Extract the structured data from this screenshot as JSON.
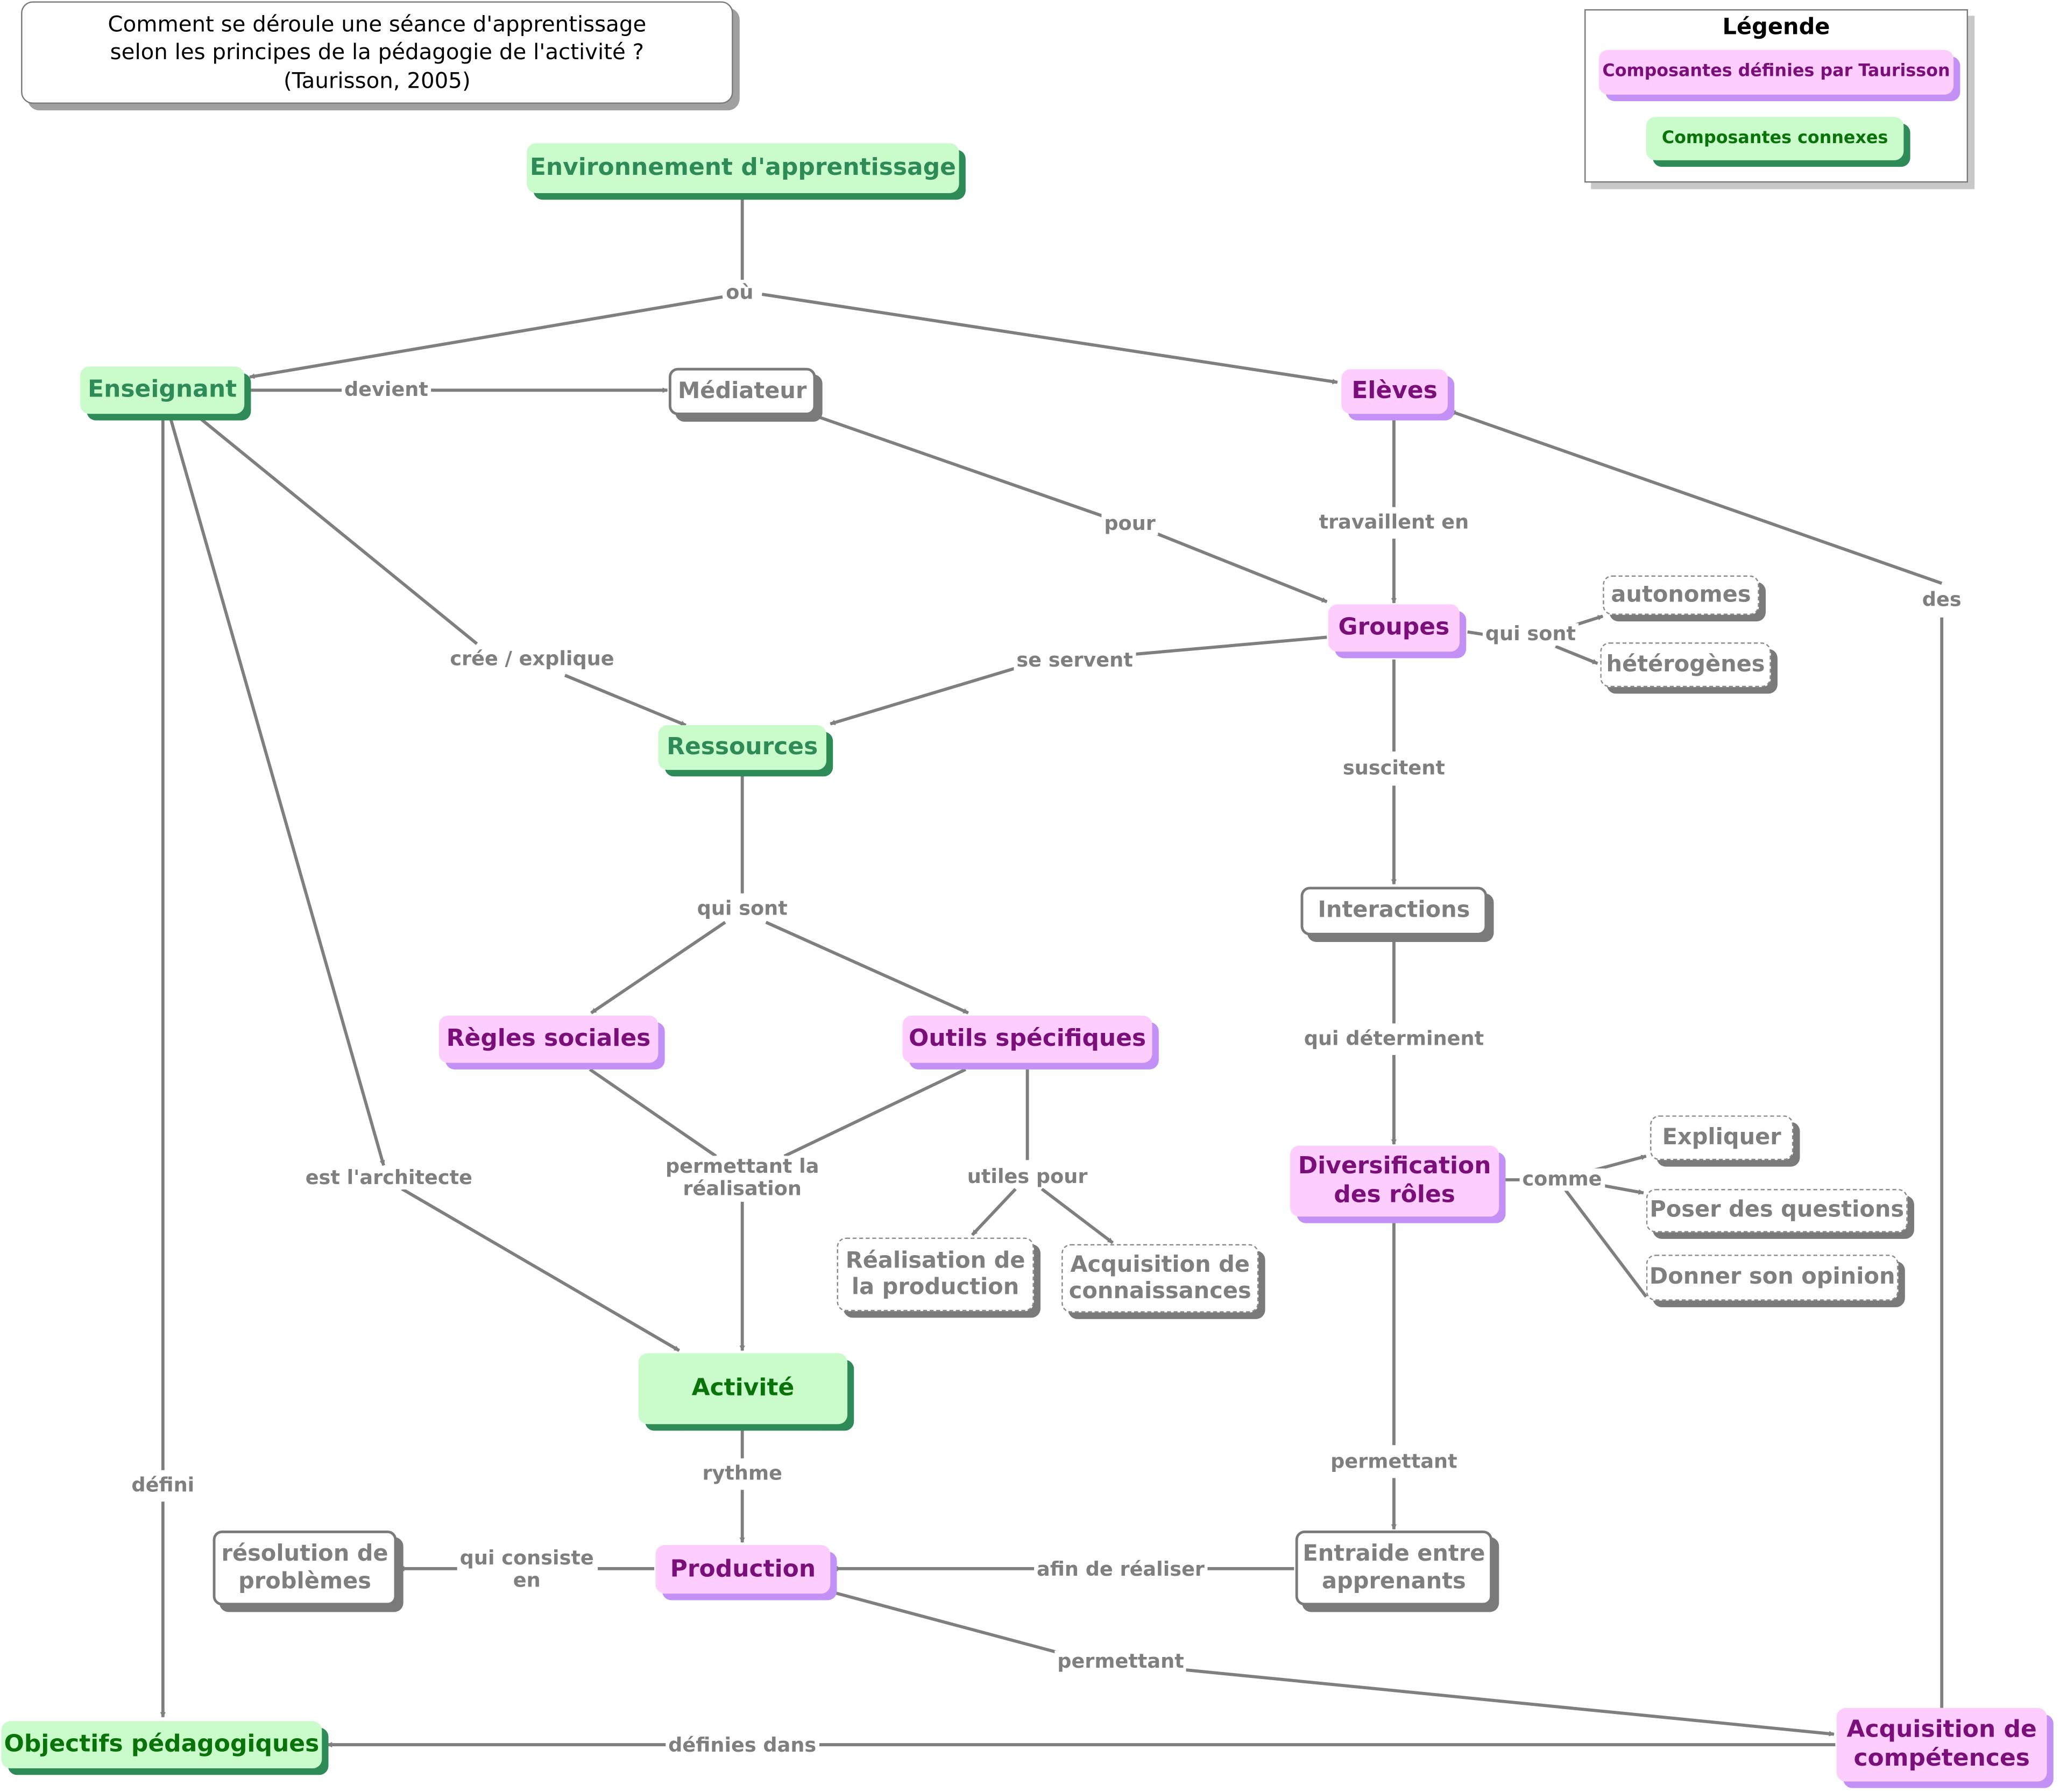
{
  "title": {
    "text": "Comment se déroule une séance d'apprentissage\nselon les principes de la pédagogie de l'activité ?\n(Taurisson, 2005)"
  },
  "legend": {
    "title": "Légende",
    "items": [
      {
        "label": "Composantes définies par Taurisson",
        "color": "#fdcdfd"
      },
      {
        "label": "Composantes connexes",
        "color": "#c9fbcb"
      }
    ]
  },
  "colors": {
    "pink_fill": "#fdcdfd",
    "pink_text": "#7a0f7a",
    "pink_shadow": "#c391f5",
    "green_fill": "#c9fbcb",
    "green_text": "#2e8b57",
    "green_shadow": "#2e8b57",
    "line": "#7f7f7f"
  },
  "nodes": [
    {
      "id": "environnement",
      "label": "Environnement d'apprentissage",
      "kind": "green"
    },
    {
      "id": "enseignant",
      "label": "Enseignant",
      "kind": "green"
    },
    {
      "id": "mediateur",
      "label": "Médiateur",
      "kind": "plain"
    },
    {
      "id": "eleves",
      "label": "Elèves",
      "kind": "pink"
    },
    {
      "id": "groupes",
      "label": "Groupes",
      "kind": "pink"
    },
    {
      "id": "autonomes",
      "label": "autonomes",
      "kind": "dashed"
    },
    {
      "id": "heterogenes",
      "label": "hétérogènes",
      "kind": "dashed"
    },
    {
      "id": "ressources",
      "label": "Ressources",
      "kind": "green"
    },
    {
      "id": "interactions",
      "label": "Interactions",
      "kind": "plain"
    },
    {
      "id": "regles",
      "label": "Règles sociales",
      "kind": "pink"
    },
    {
      "id": "outils",
      "label": "Outils spécifiques",
      "kind": "pink"
    },
    {
      "id": "diversification",
      "label": "Diversification\ndes rôles",
      "kind": "pink"
    },
    {
      "id": "expliquer",
      "label": "Expliquer",
      "kind": "dashed"
    },
    {
      "id": "poser",
      "label": "Poser des questions",
      "kind": "dashed"
    },
    {
      "id": "donner",
      "label": "Donner son opinion",
      "kind": "dashed"
    },
    {
      "id": "realisation",
      "label": "Réalisation de\nla production",
      "kind": "dashed"
    },
    {
      "id": "acq_conn",
      "label": "Acquisition de\nconnaissances",
      "kind": "dashed"
    },
    {
      "id": "activite",
      "label": "Activité",
      "kind": "green-dark"
    },
    {
      "id": "resolution",
      "label": "résolution de\nproblèmes",
      "kind": "plain"
    },
    {
      "id": "production",
      "label": "Production",
      "kind": "pink"
    },
    {
      "id": "entraide",
      "label": "Entraide entre\napprenants",
      "kind": "plain"
    },
    {
      "id": "objectifs",
      "label": "Objectifs pédagogiques",
      "kind": "green-dark"
    },
    {
      "id": "acq_comp",
      "label": "Acquisition de\ncompétences",
      "kind": "pink"
    }
  ],
  "links": [
    {
      "id": "ou",
      "label": "où",
      "from": "environnement",
      "to": [
        "enseignant",
        "eleves"
      ]
    },
    {
      "id": "devient",
      "label": "devient",
      "from": "enseignant",
      "to": [
        "mediateur"
      ]
    },
    {
      "id": "pour",
      "label": "pour",
      "from": "mediateur",
      "to": [
        "groupes"
      ]
    },
    {
      "id": "travaillent",
      "label": "travaillent en",
      "from": "eleves",
      "to": [
        "groupes"
      ]
    },
    {
      "id": "qui_sont_groupes",
      "label": "qui sont",
      "from": "groupes",
      "to": [
        "autonomes",
        "heterogenes"
      ]
    },
    {
      "id": "des",
      "label": "des",
      "from": "acq_comp",
      "to": [
        "eleves"
      ]
    },
    {
      "id": "cree",
      "label": "crée / explique",
      "from": "enseignant",
      "to": [
        "ressources"
      ]
    },
    {
      "id": "se_servent",
      "label": "se servent",
      "from": "groupes",
      "to": [
        "ressources"
      ]
    },
    {
      "id": "suscitent",
      "label": "suscitent",
      "from": "groupes",
      "to": [
        "interactions"
      ]
    },
    {
      "id": "qui_sont_res",
      "label": "qui sont",
      "from": "ressources",
      "to": [
        "regles",
        "outils"
      ]
    },
    {
      "id": "qui_determinent",
      "label": "qui déterminent",
      "from": "interactions",
      "to": [
        "diversification"
      ]
    },
    {
      "id": "comme",
      "label": "comme",
      "from": "diversification",
      "to": [
        "expliquer",
        "poser",
        "donner"
      ]
    },
    {
      "id": "permettant_real",
      "label": "permettant la\nréalisation",
      "from": "regles",
      "to": [
        "activite"
      ]
    },
    {
      "id": "utiles",
      "label": "utiles pour",
      "from": "outils",
      "to": [
        "realisation",
        "acq_conn"
      ]
    },
    {
      "id": "architecte",
      "label": "est l'architecte",
      "from": "enseignant",
      "to": [
        "activite"
      ]
    },
    {
      "id": "rythme",
      "label": "rythme",
      "from": "activite",
      "to": [
        "production"
      ]
    },
    {
      "id": "consiste",
      "label": "qui consiste\nen",
      "from": "production",
      "to": [
        "resolution"
      ]
    },
    {
      "id": "afin",
      "label": "afin de réaliser",
      "from": "entraide",
      "to": [
        "production"
      ]
    },
    {
      "id": "permettant_div",
      "label": "permettant",
      "from": "diversification",
      "to": [
        "entraide"
      ]
    },
    {
      "id": "permettant_prod",
      "label": "permettant",
      "from": "production",
      "to": [
        "acq_comp"
      ]
    },
    {
      "id": "defini",
      "label": "défini",
      "from": "enseignant",
      "to": [
        "objectifs"
      ]
    },
    {
      "id": "definies",
      "label": "définies dans",
      "from": "acq_comp",
      "to": [
        "objectifs"
      ]
    }
  ]
}
